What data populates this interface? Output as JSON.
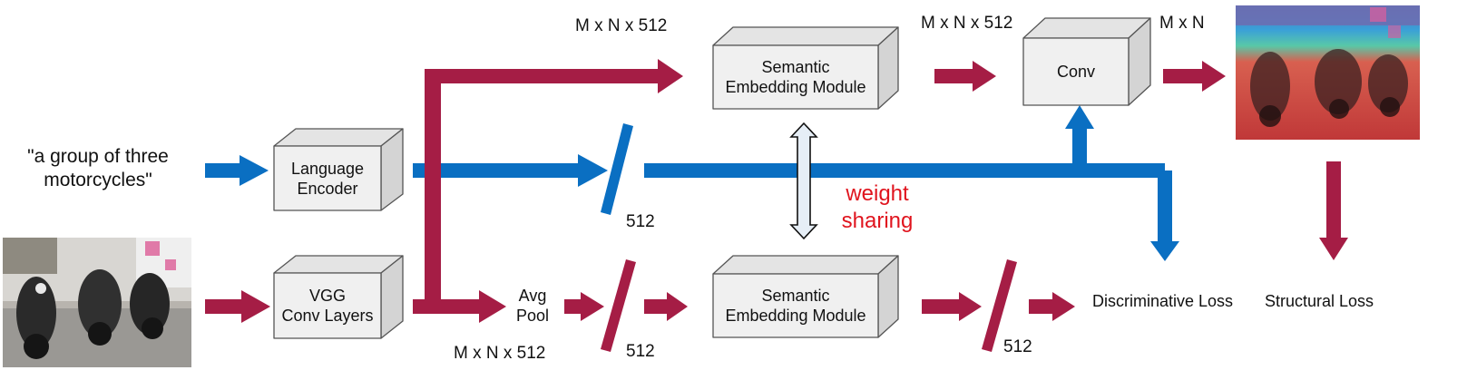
{
  "caption_text": "\"a group of three\nmotorcycles\"",
  "modules": {
    "language_encoder": "Language\nEncoder",
    "vgg": "VGG\nConv Layers",
    "sem_top": "Semantic\nEmbedding Module",
    "sem_bottom": "Semantic\nEmbedding Module",
    "conv": "Conv"
  },
  "labels": {
    "avg_pool": "Avg\nPool",
    "weight_sharing": "weight\nsharing",
    "top_dims": "M x N x 512",
    "top_dims_right": "M x N x 512",
    "bottom_dims": "M x N x 512",
    "map_dims": "M x N",
    "dim_512_text": "512",
    "dim_512_pool": "512",
    "dim_512_out": "512",
    "discriminative_loss": "Discriminative Loss",
    "structural_loss": "Structural Loss"
  },
  "colors": {
    "visual_path": "#a51d45",
    "language_path": "#0a6fc2",
    "box_face": "#f0f0f0",
    "box_top": "#e4e4e4",
    "box_side": "#d4d4d4",
    "weight_sharing_text": "#e0141e"
  }
}
